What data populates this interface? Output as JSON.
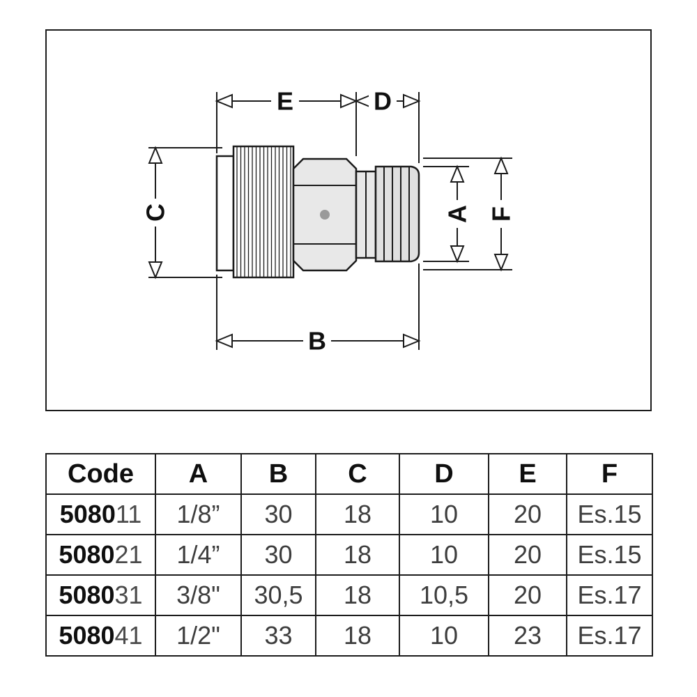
{
  "diagram": {
    "labels": {
      "e": "E",
      "d": "D",
      "c": "C",
      "a": "A",
      "f": "F",
      "b": "B"
    }
  },
  "table": {
    "headers": [
      "Code",
      "A",
      "B",
      "C",
      "D",
      "E",
      "F"
    ],
    "rows": [
      {
        "code_prefix": "5080",
        "code_suffix": "11",
        "a": "1/8”",
        "b": "30",
        "c": "18",
        "d": "10",
        "e": "20",
        "f": "Es.15"
      },
      {
        "code_prefix": "5080",
        "code_suffix": "21",
        "a": "1/4”",
        "b": "30",
        "c": "18",
        "d": "10",
        "e": "20",
        "f": "Es.15"
      },
      {
        "code_prefix": "5080",
        "code_suffix": "31",
        "a": "3/8\"",
        "b": "30,5",
        "c": "18",
        "d": "10,5",
        "e": "20",
        "f": "Es.17"
      },
      {
        "code_prefix": "5080",
        "code_suffix": "41",
        "a": "1/2\"",
        "b": "33",
        "c": "18",
        "d": "10",
        "e": "23",
        "f": "Es.17"
      }
    ]
  }
}
